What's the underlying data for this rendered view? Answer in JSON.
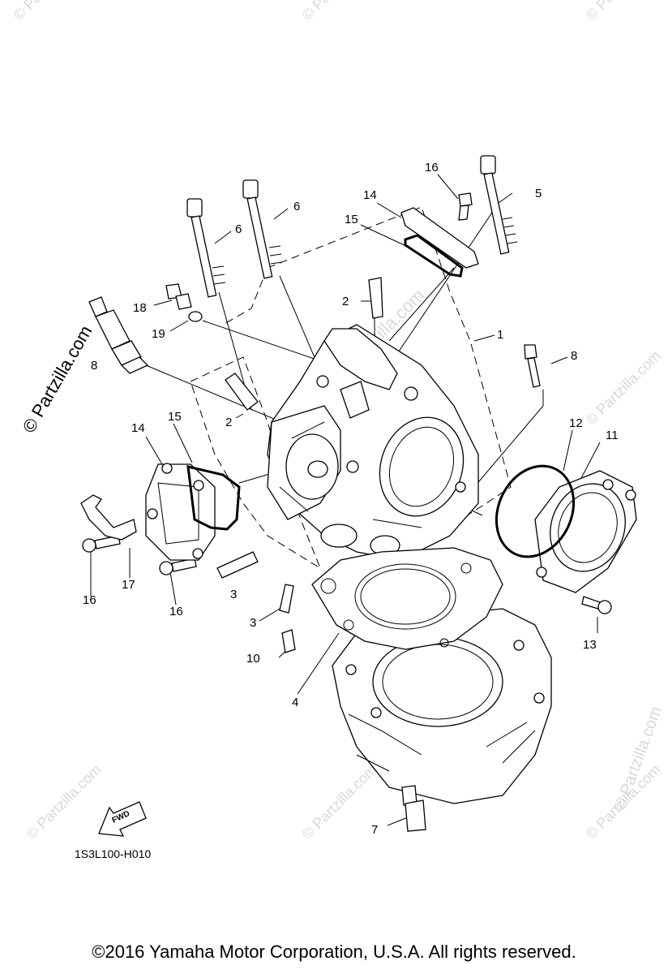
{
  "diagram": {
    "drawing_code": "1S3L100-H010",
    "fwd_label": "FWD",
    "callouts": {
      "c1": "1",
      "c2a": "2",
      "c2b": "2",
      "c3a": "3",
      "c3b": "3",
      "c4": "4",
      "c5": "5",
      "c6a": "6",
      "c6b": "6",
      "c7": "7",
      "c8a": "8",
      "c8b": "8",
      "c10": "10",
      "c11": "11",
      "c12": "12",
      "c13": "13",
      "c14a": "14",
      "c14b": "14",
      "c15a": "15",
      "c15b": "15",
      "c16a": "16",
      "c16b": "16",
      "c16c": "16",
      "c17": "17",
      "c18": "18",
      "c19": "19"
    }
  },
  "watermark": {
    "main": "© Partzilla.com",
    "faint": "© Partzilla.com"
  },
  "footer": {
    "copyright": "©2016  Yamaha Motor Corporation, U.S.A. All rights reserved."
  }
}
